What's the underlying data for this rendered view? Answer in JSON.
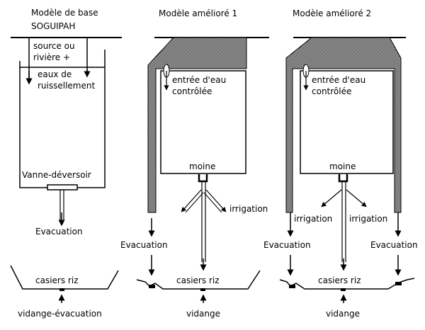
{
  "colors": {
    "ink": "#000000",
    "background": "#ffffff",
    "hatch": "#555555"
  },
  "panels": [
    {
      "id": "base",
      "title_line1": "Modèle de base",
      "title_line2": "SOGUIPAH",
      "inflow_label_line1": "source ou",
      "inflow_label_line2": "rivière +",
      "runoff_label_line1": "eaux de",
      "runoff_label_line2": "ruissellement",
      "gate_label": "Vanne-déversoir",
      "outflow_label": "Evacuation",
      "field_label": "casiers riz",
      "drain_label": "vidange-évacuation"
    },
    {
      "id": "improved-1",
      "title": "Modèle amélioré 1",
      "inflow_label_line1": "entrée d'eau",
      "inflow_label_line2": "contrôlée",
      "monk_label": "moine",
      "irrigation_label": "irrigation",
      "outflow_label": "Evacuation",
      "field_label": "casiers riz",
      "drain_label": "vidange"
    },
    {
      "id": "improved-2",
      "title": "Modèle amélioré 2",
      "inflow_label_line1": "entrée d'eau",
      "inflow_label_line2": "contrôlée",
      "monk_label": "moine",
      "irrigation_left_label": "irrigation",
      "irrigation_right_label": "irrigation",
      "outflow_left_label": "Evacuation",
      "outflow_right_label": "Evacuation",
      "field_label": "casiers riz",
      "drain_label": "vidange"
    }
  ]
}
